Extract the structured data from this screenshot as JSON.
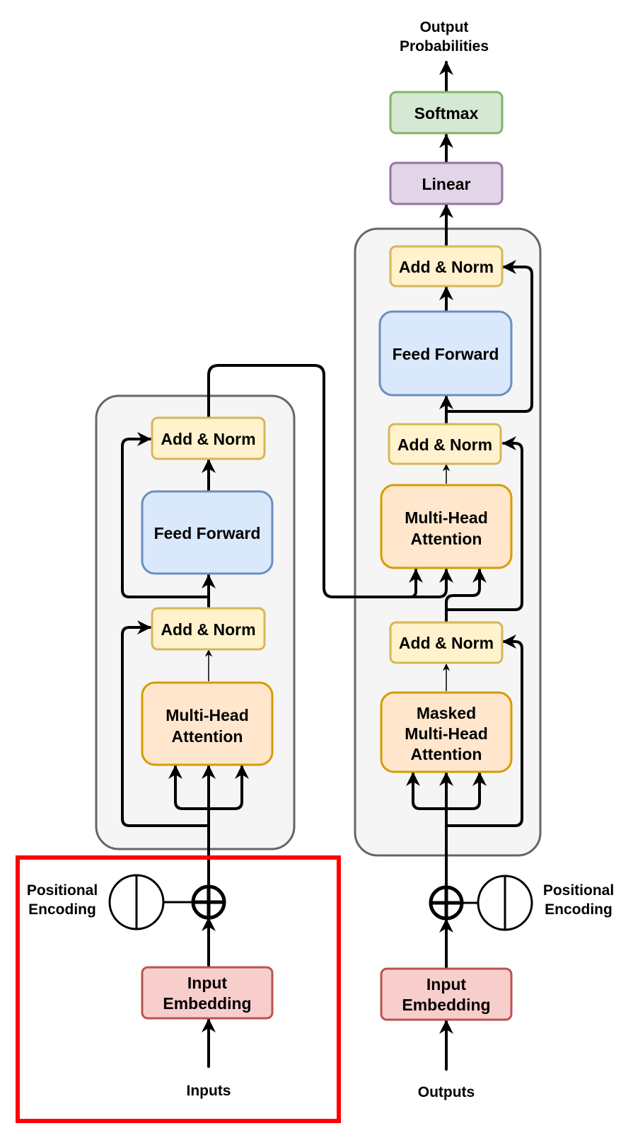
{
  "encoder": {
    "add_norm_top": "Add & Norm",
    "feed_forward": "Feed Forward",
    "add_norm_bottom": "Add & Norm",
    "attention": [
      "Multi-Head",
      "Attention"
    ],
    "positional_encoding": [
      "Positional",
      "Encoding"
    ],
    "input_embedding": [
      "Input",
      "Embedding"
    ],
    "inputs": "Inputs"
  },
  "decoder": {
    "output_probabilities": [
      "Output",
      "Probabilities"
    ],
    "softmax": "Softmax",
    "linear": "Linear",
    "add_norm_top": "Add & Norm",
    "feed_forward": "Feed Forward",
    "add_norm_middle": "Add & Norm",
    "cross_attention": [
      "Multi-Head",
      "Attention"
    ],
    "add_norm_bottom": "Add & Norm",
    "masked_attention": [
      "Masked",
      "Multi-Head",
      "Attention"
    ],
    "positional_encoding": [
      "Positional",
      "Encoding"
    ],
    "output_embedding": [
      "Input",
      "Embedding"
    ],
    "outputs": "Outputs"
  },
  "colors": {
    "stack_fill": "#f5f5f5",
    "stack_stroke": "#666666",
    "add_norm_fill": "#fff2cc",
    "add_norm_stroke": "#d6b656",
    "feed_forward_fill": "#dae8fc",
    "feed_forward_stroke": "#6c8ebf",
    "attention_fill": "#ffe6cc",
    "attention_stroke": "#d79b00",
    "embedding_fill": "#f8cecc",
    "embedding_stroke": "#b85450",
    "linear_fill": "#e1d5e7",
    "linear_stroke": "#9673a6",
    "softmax_fill": "#d5e8d4",
    "softmax_stroke": "#82b366",
    "highlight": "#ff0000"
  }
}
